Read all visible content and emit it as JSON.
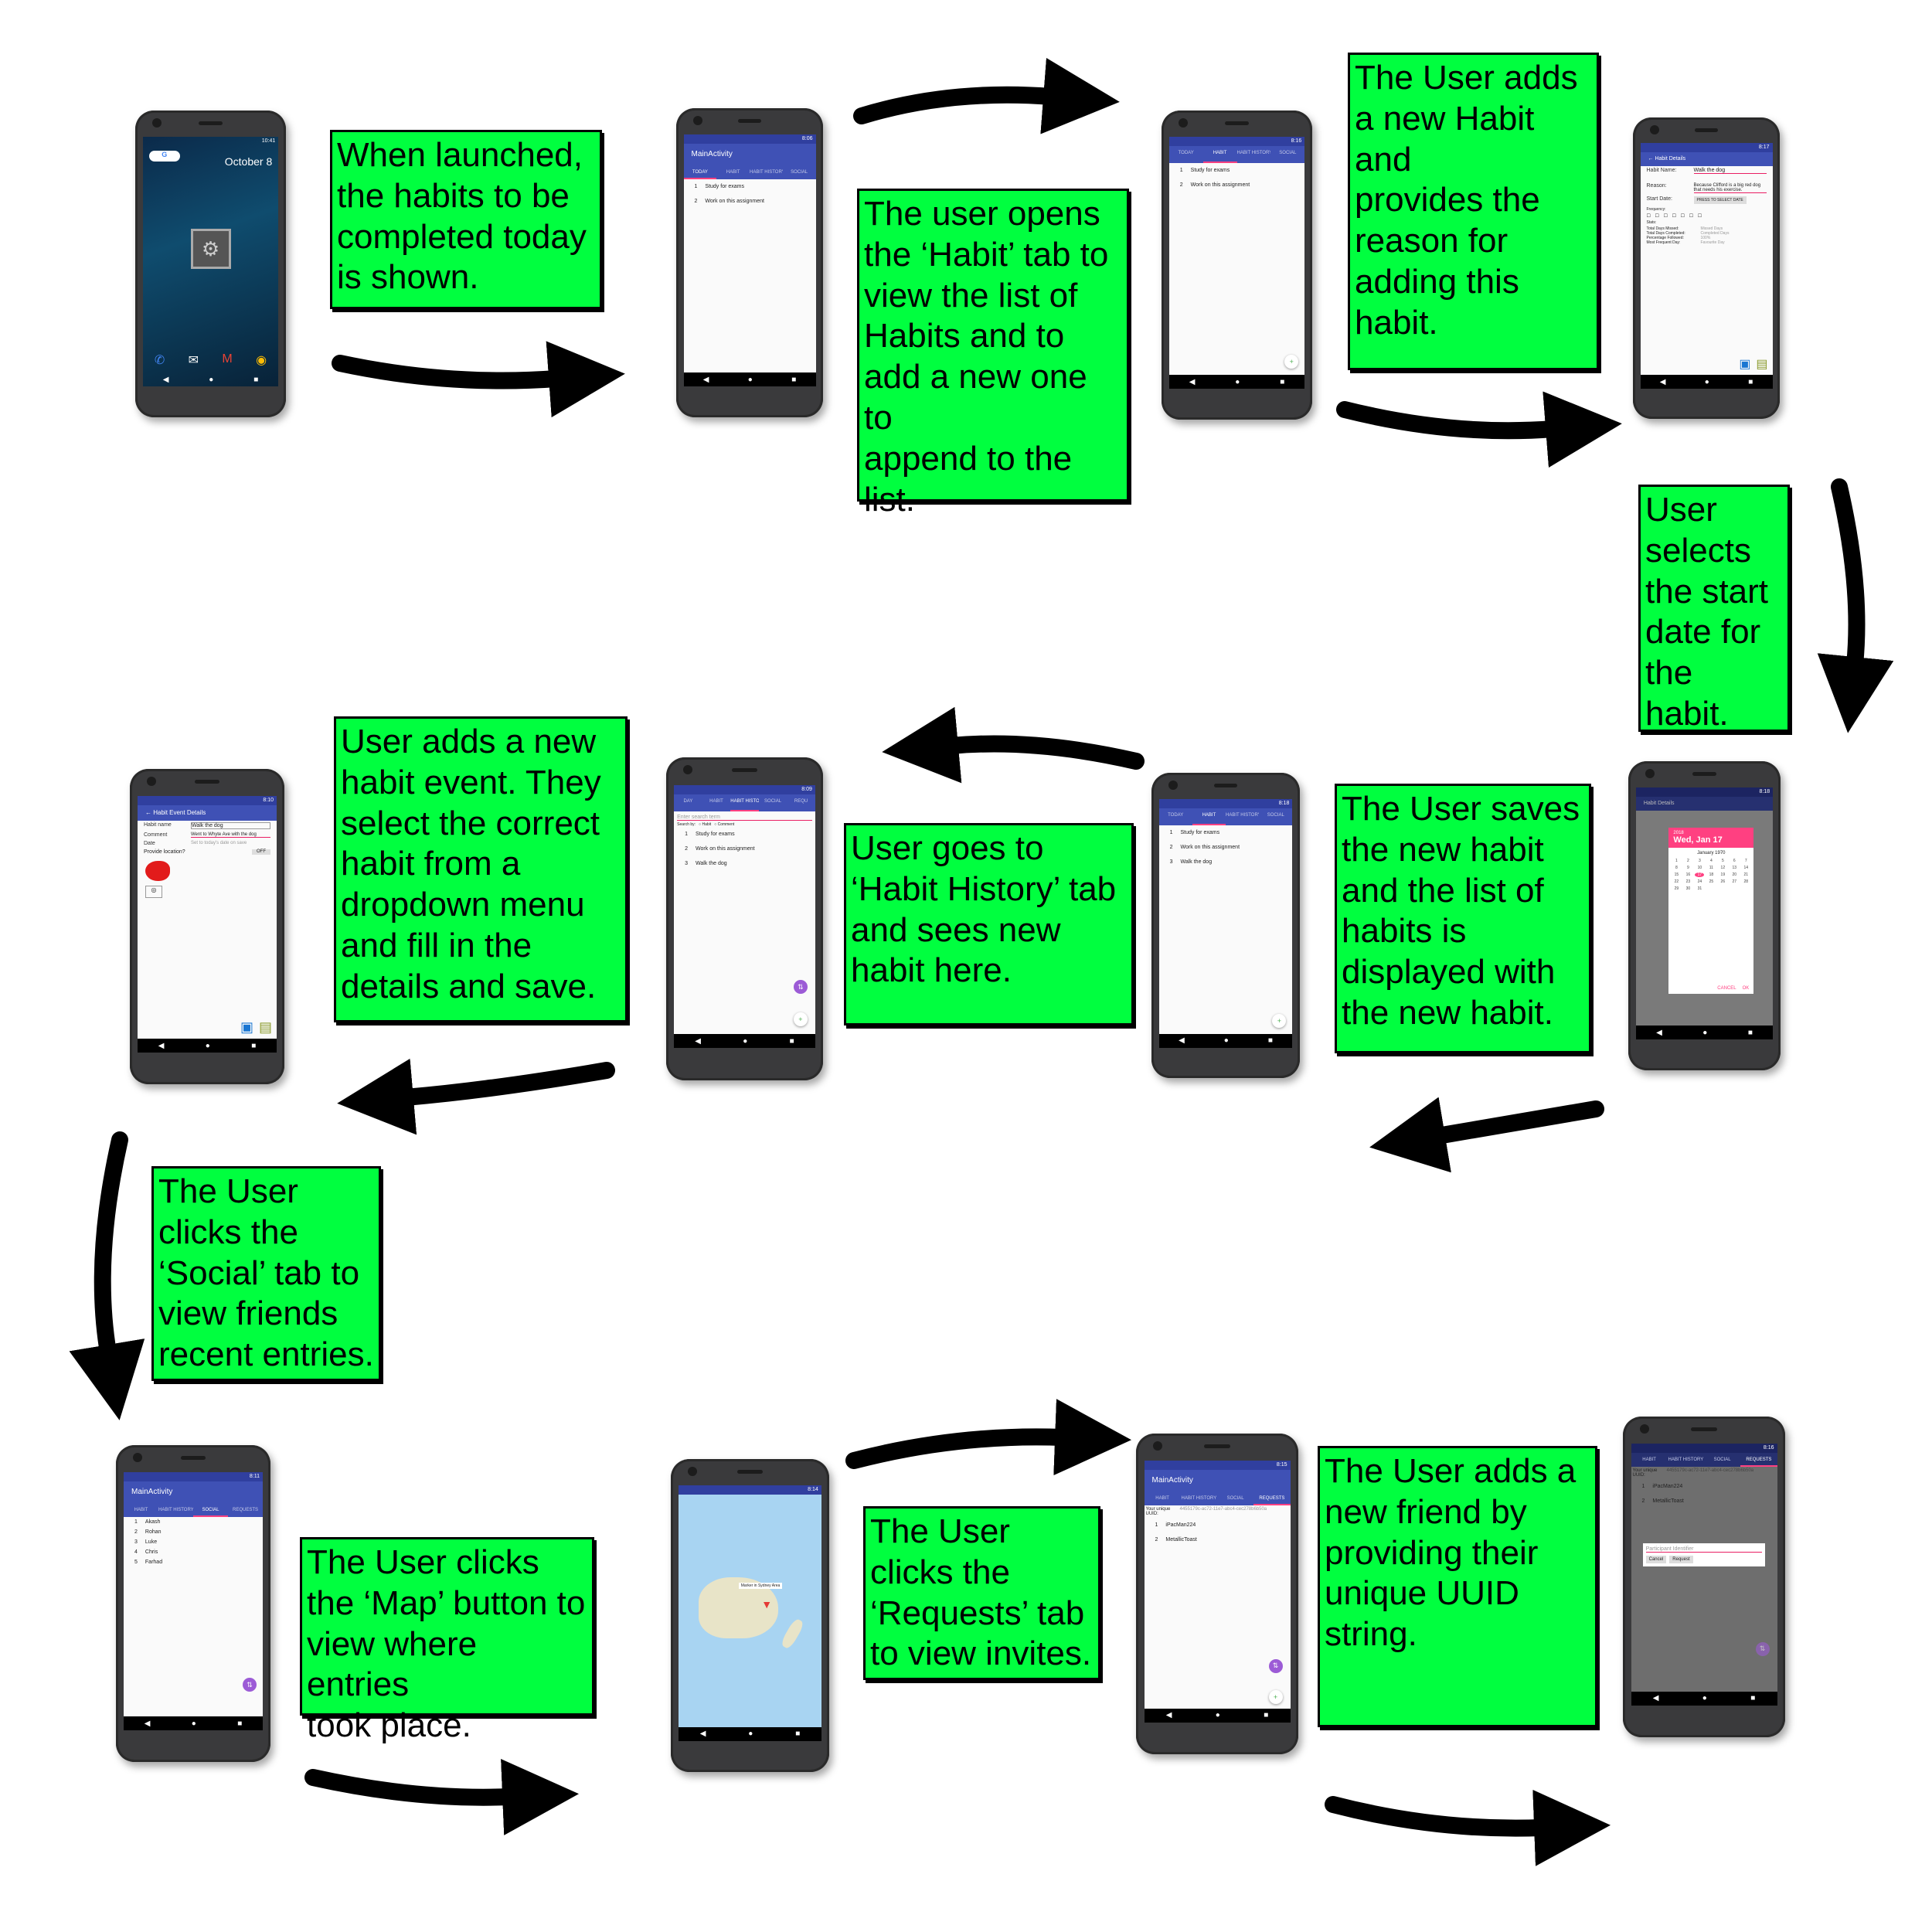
{
  "steps": [
    {
      "text": "When launched,\nthe habits to be\ncompleted today\nis shown."
    },
    {
      "text": "The user opens\nthe ‘Habit’ tab to\nview the list of\nHabits and to\nadd a new one to\nappend to the\nlist."
    },
    {
      "text": "The User adds\na new Habit and\nprovides the\nreason for\nadding this\nhabit."
    },
    {
      "text": "User\nselects\nthe start\ndate for\nthe habit."
    },
    {
      "text": "The User saves\nthe new habit\nand the list of\nhabits is\ndisplayed with\nthe new habit."
    },
    {
      "text": "User goes to\n‘Habit History’ tab\nand sees new\nhabit here."
    },
    {
      "text": "User adds a new\nhabit event. They\nselect the correct\nhabit from a\ndropdown menu\nand fill in the\ndetails and save."
    },
    {
      "text": "The User\nclicks the\n‘Social’ tab to\nview friends\nrecent entries."
    },
    {
      "text": "The User clicks\nthe ‘Map’ button to\nview where entries\ntook place."
    },
    {
      "text": "The User\nclicks the\n‘Requests’ tab\nto view invites."
    },
    {
      "text": "The User adds a\nnew friend by\nproviding their\nunique UUID\nstring."
    }
  ],
  "screens": {
    "home": {
      "date": "October 8",
      "time": "10:41"
    },
    "today": {
      "title": "MainActivity",
      "time": "8:06",
      "tabs": [
        "TODAY",
        "HABIT",
        "HABIT HISTORY",
        "SOCIAL"
      ],
      "items": [
        "Study for exams",
        "Work on this assignment"
      ]
    },
    "habit": {
      "time": "8:16",
      "tabs": [
        "TODAY",
        "HABIT",
        "HABIT HISTORY",
        "SOCIAL"
      ],
      "items": [
        "Study for exams",
        "Work on this assignment"
      ]
    },
    "details": {
      "title": "Habit Details",
      "time": "8:17",
      "name_label": "Habit Name:",
      "name_value": "Walk the dog",
      "reason_label": "Reason:",
      "reason_value": "Because Clifford is a big red dog that needs his exercise.",
      "start_label": "Start Date:",
      "start_button": "PRESS TO SELECT DATE",
      "freq_label": "Frequency:",
      "stats_label": "Stats:",
      "stats": [
        {
          "k": "Total Days Missed:",
          "v": "Missed Days"
        },
        {
          "k": "Total Days Completed:",
          "v": "Completed Days"
        },
        {
          "k": "Percentage Followed:",
          "v": "100%"
        },
        {
          "k": "Most Frequent Day:",
          "v": "Favourite Day"
        }
      ]
    },
    "calendar": {
      "title": "Habit Details",
      "time": "8:18",
      "year": "2018",
      "date": "Wed, Jan 17",
      "month": "January 1970",
      "cancel": "CANCEL",
      "ok": "OK"
    },
    "habit_saved": {
      "time": "8:18",
      "tabs": [
        "TODAY",
        "HABIT",
        "HABIT HISTORY",
        "SOCIAL"
      ],
      "items": [
        "Study for exams",
        "Work on this assignment",
        "Walk the dog"
      ]
    },
    "history": {
      "time": "8:09",
      "tabs": [
        "DAY",
        "HABIT",
        "HABIT HISTORY",
        "SOCIAL",
        "REQU"
      ],
      "search_placeholder": "Enter search term",
      "search_by": "Search by:",
      "opt_habit": "Habit",
      "opt_comment": "Comment",
      "items": [
        "Study for exams",
        "Work on this assignment",
        "Walk the dog"
      ]
    },
    "event": {
      "title": "Habit Event Details",
      "time": "8:10",
      "name_label": "Habit name",
      "name_value": "Walk the dog",
      "comment_label": "Comment",
      "comment_value": "Went to Whyte Ave with the dog",
      "date_label": "Date",
      "date_value": "Set to today's date on save",
      "loc_label": "Provide location?",
      "toggle": "OFF"
    },
    "social": {
      "title": "MainActivity",
      "time": "8:11",
      "tabs": [
        "HABIT",
        "HABIT HISTORY",
        "SOCIAL",
        "REQUESTS"
      ],
      "items": [
        "Akash",
        "Rohan",
        "Luke",
        "Chris",
        "Farhad"
      ]
    },
    "map": {
      "time": "8:14",
      "marker": "Marker in Sydney Area"
    },
    "requests": {
      "title": "MainActivity",
      "time": "8:15",
      "tabs": [
        "HABIT",
        "HABIT HISTORY",
        "SOCIAL",
        "REQUESTS"
      ],
      "uuid_label": "Your unique UUID:",
      "uuid_value": "4455179c-ac72-11e7-abc4-cec278b6b50a",
      "items": [
        "iPacMan224",
        "MetallicToast"
      ]
    },
    "dialog": {
      "time": "8:16",
      "tabs": [
        "HABIT",
        "HABIT HISTORY",
        "SOCIAL",
        "REQUESTS"
      ],
      "uuid_label": "Your unique UUID:",
      "uuid_value": "4455179c-ac72-11e7-abc4-cec278b6b50a",
      "items": [
        "iPacMan224",
        "MetallicToast"
      ],
      "placeholder": "Participant Identifier",
      "cancel": "Cancel",
      "request": "Request"
    }
  },
  "colors": {
    "box": "#00ff3f",
    "appbar": "#3f51b5",
    "accent": "#ff4081"
  }
}
